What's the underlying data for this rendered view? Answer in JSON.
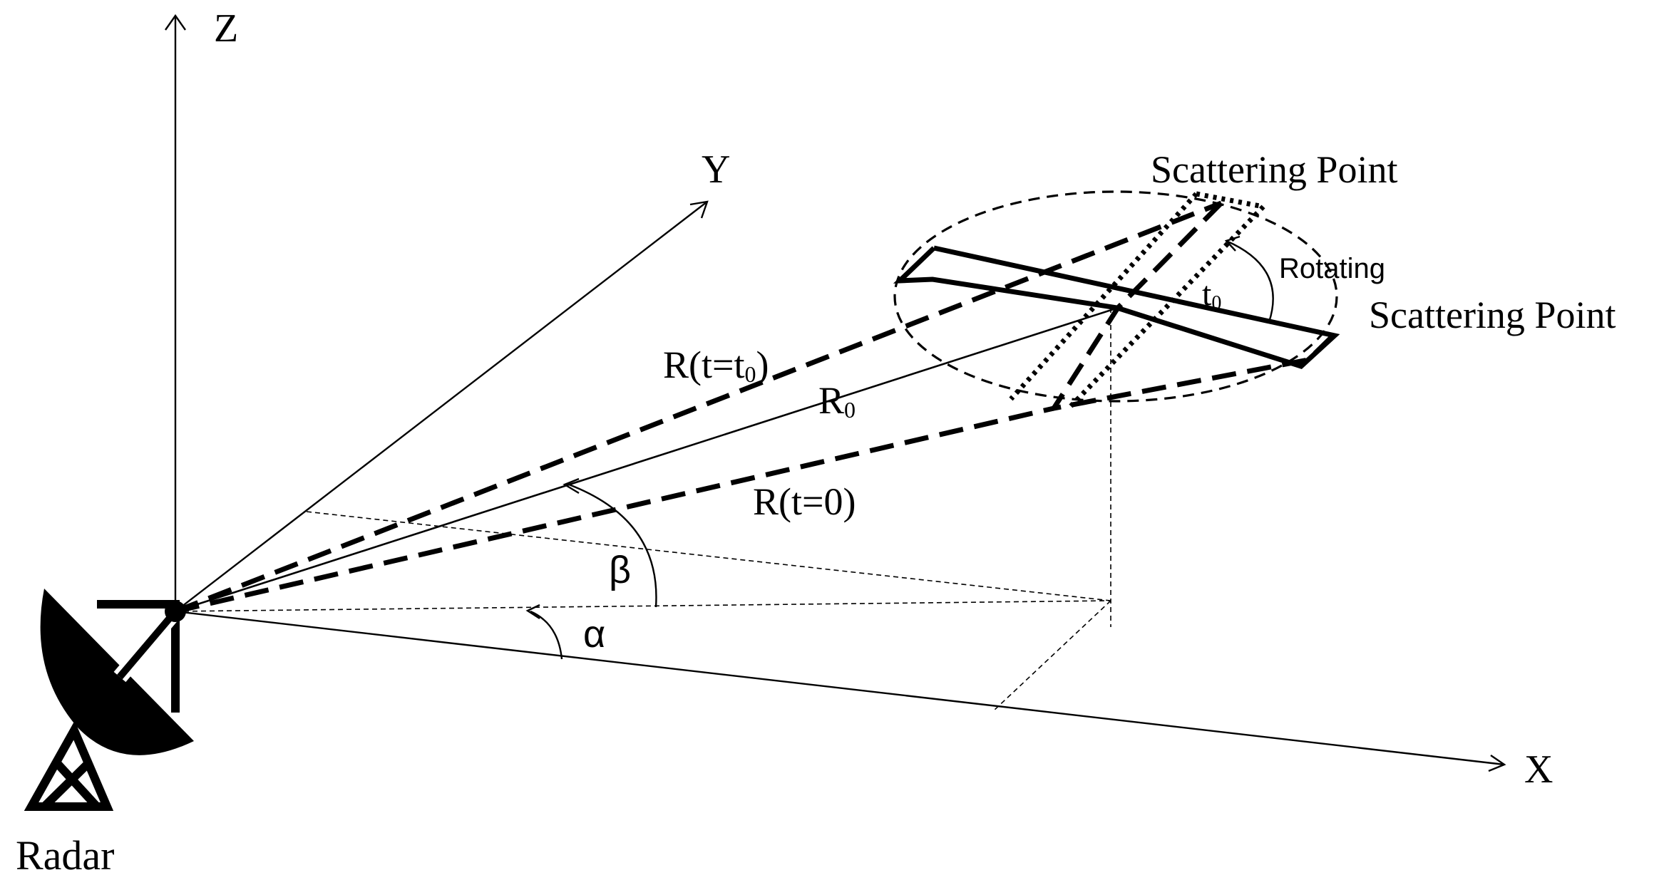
{
  "labels": {
    "z_axis": "Z",
    "y_axis": "Y",
    "x_axis": "X",
    "radar": "Radar",
    "scattering_point_top": "Scattering Point",
    "scattering_point_right": "Scattering Point",
    "rotating": "Rotating",
    "t0": "t",
    "t0_sub": "0",
    "r_t0_prefix": "R(t=t",
    "r_t0_sub": "0",
    "r_t0_suffix": ")",
    "r0": "R",
    "r0_sub": "0",
    "r_t_zero": "R(t=0)",
    "beta": "β",
    "alpha": "α"
  }
}
